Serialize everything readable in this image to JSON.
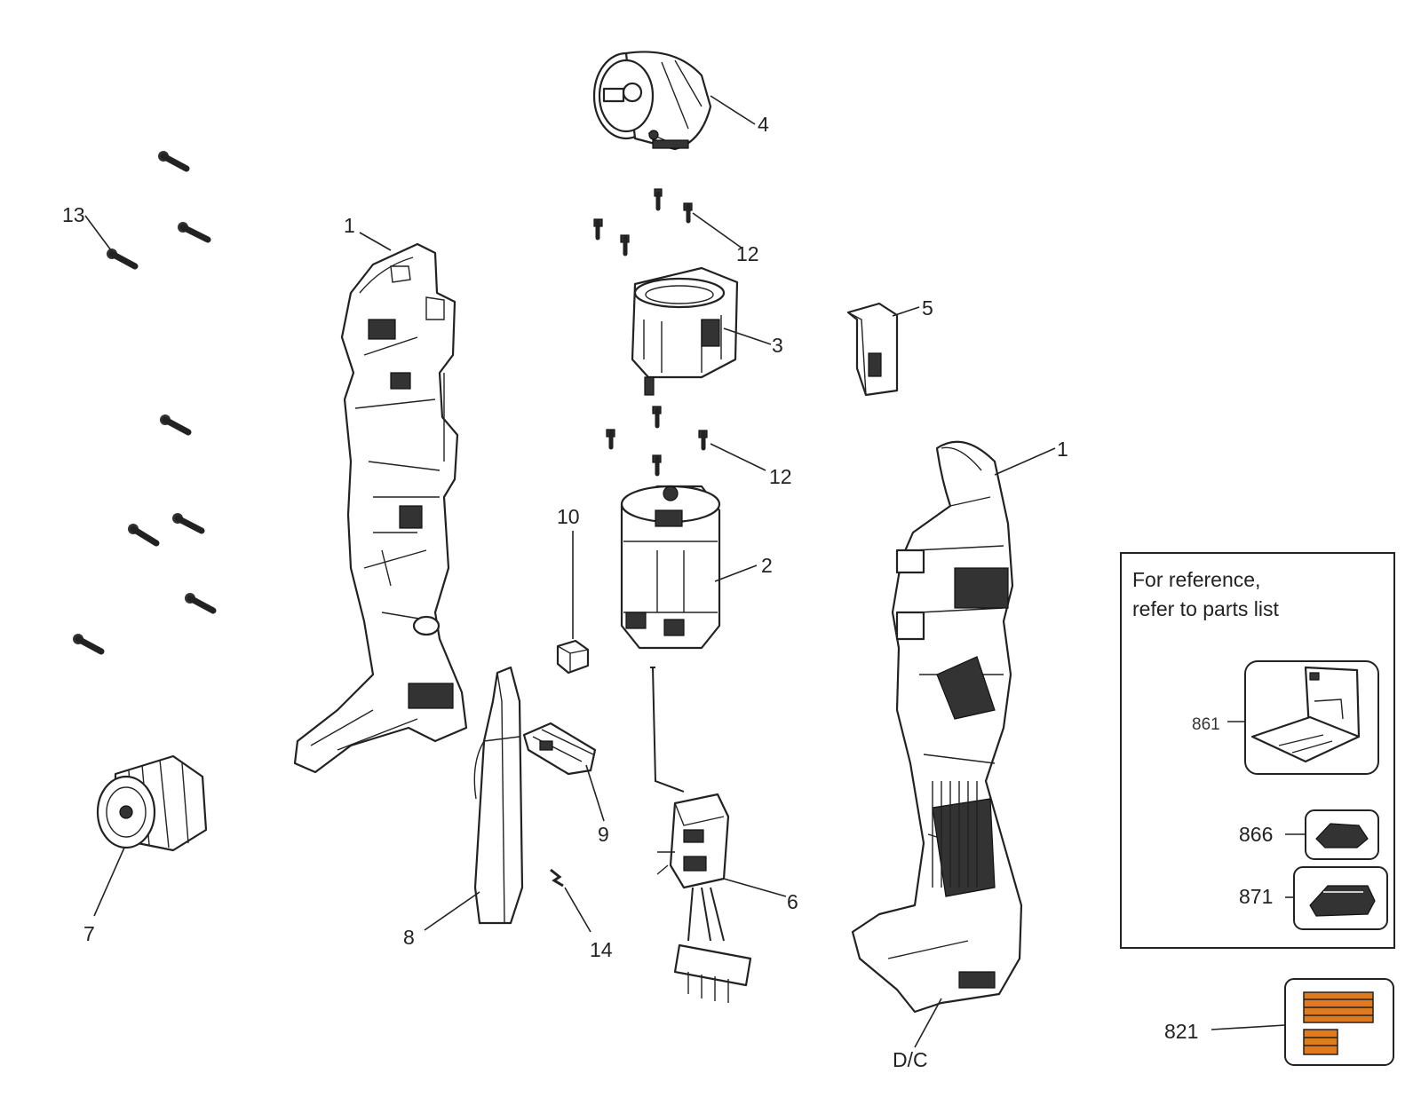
{
  "reference_box": {
    "line1": "For reference,",
    "line2": "refer to parts list"
  },
  "labels": {
    "p1_left": "1",
    "p1_right": "1",
    "p2": "2",
    "p3": "3",
    "p4": "4",
    "p5": "5",
    "p6": "6",
    "p7": "7",
    "p8": "8",
    "p9": "9",
    "p10": "10",
    "p12_top": "12",
    "p12_mid": "12",
    "p13": "13",
    "p14": "14",
    "dc": "D/C",
    "p861": "861",
    "p866": "866",
    "p871": "871",
    "p821": "821"
  },
  "colors": {
    "label_stripe": "#e07a1f",
    "line": "#222222"
  }
}
